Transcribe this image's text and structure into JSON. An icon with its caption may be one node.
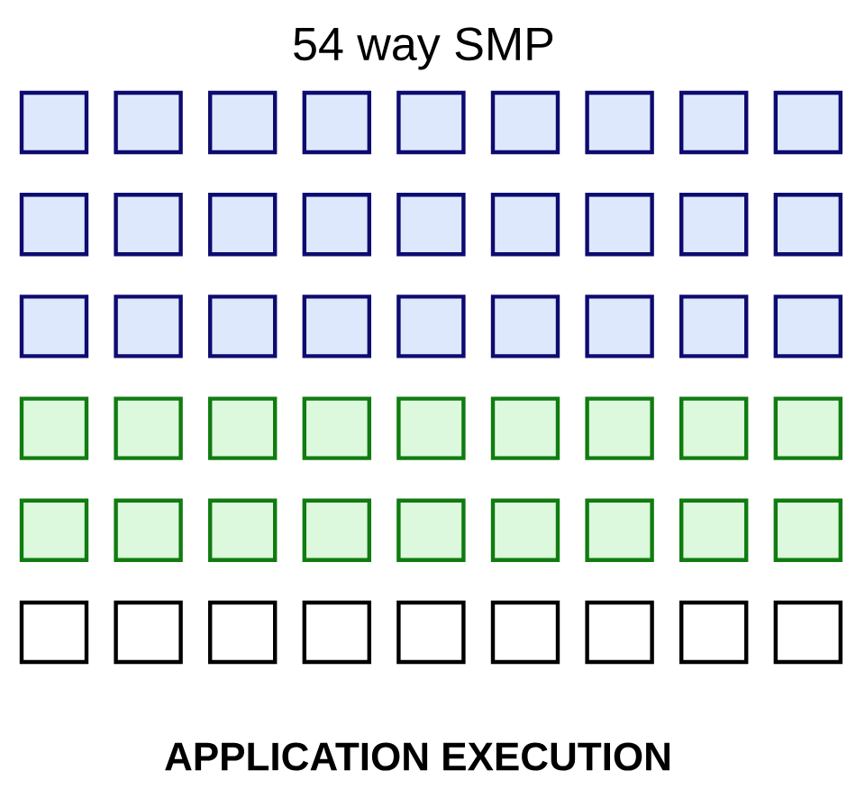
{
  "diagram": {
    "title": "54 way SMP",
    "caption": "APPLICATION EXECUTION",
    "nodes": [
      {
        "text": [],
        "shape": "box"
      },
      {
        "text": [],
        "shape": "box"
      },
      {
        "text": [],
        "shape": "box"
      },
      {
        "text": [],
        "shape": "box"
      },
      {
        "text": [],
        "shape": "box"
      },
      {
        "text": [],
        "shape": "box"
      },
      {
        "text": [],
        "shape": "box"
      },
      {
        "text": [],
        "shape": "box"
      },
      {
        "text": [],
        "shape": "box"
      },
      {
        "text": [],
        "shape": "box"
      },
      {
        "text": [],
        "shape": "box"
      },
      {
        "text": [],
        "shape": "box"
      },
      {
        "text": [],
        "shape": "box"
      },
      {
        "text": [],
        "shape": "box"
      },
      {
        "text": [],
        "shape": "box"
      },
      {
        "text": [],
        "shape": "box"
      },
      {
        "text": [],
        "shape": "box"
      },
      {
        "text": [],
        "shape": "box"
      },
      {
        "text": [],
        "shape": "box"
      },
      {
        "text": [],
        "shape": "box"
      },
      {
        "text": [],
        "shape": "box"
      },
      {
        "text": [],
        "shape": "box"
      },
      {
        "text": [],
        "shape": "box"
      },
      {
        "text": [],
        "shape": "box"
      },
      {
        "text": [],
        "shape": "box"
      },
      {
        "text": [],
        "shape": "box"
      },
      {
        "text": [],
        "shape": "box"
      },
      {
        "text": [],
        "shape": "box"
      },
      {
        "text": [],
        "shape": "box"
      },
      {
        "text": [],
        "shape": "box"
      },
      {
        "text": [],
        "shape": "box"
      },
      {
        "text": [],
        "shape": "box"
      },
      {
        "text": [],
        "shape": "box"
      },
      {
        "text": [],
        "shape": "box"
      },
      {
        "text": [],
        "shape": "box"
      },
      {
        "text": [],
        "shape": "box"
      },
      {
        "text": [],
        "shape": "box"
      },
      {
        "text": [],
        "shape": "box"
      },
      {
        "text": [],
        "shape": "box"
      },
      {
        "text": [],
        "shape": "box"
      },
      {
        "text": [],
        "shape": "box"
      },
      {
        "text": [],
        "shape": "box"
      },
      {
        "text": [],
        "shape": "box"
      },
      {
        "text": [],
        "shape": "box"
      },
      {
        "text": [],
        "shape": "box"
      },
      {
        "text": [],
        "shape": "box"
      },
      {
        "text": [],
        "shape": "box"
      },
      {
        "text": [],
        "shape": "box"
      },
      {
        "text": [],
        "shape": "box"
      },
      {
        "text": [],
        "shape": "box"
      },
      {
        "text": [],
        "shape": "box"
      },
      {
        "text": [],
        "shape": "box"
      },
      {
        "text": [],
        "shape": "box"
      },
      {
        "text": [],
        "shape": "box"
      }
    ]
  }
}
